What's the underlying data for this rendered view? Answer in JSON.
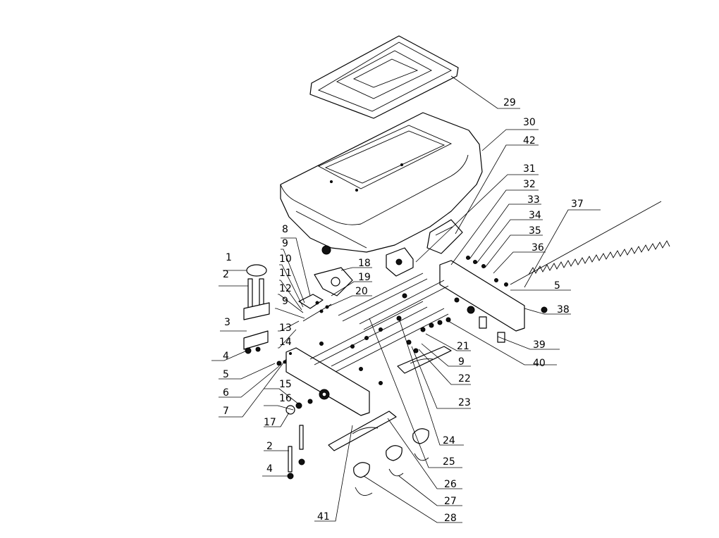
{
  "callouts": [
    {
      "id": "c1",
      "label": "1"
    },
    {
      "id": "c2a",
      "label": "2"
    },
    {
      "id": "c2b",
      "label": "2"
    },
    {
      "id": "c3",
      "label": "3"
    },
    {
      "id": "c4a",
      "label": "4"
    },
    {
      "id": "c4b",
      "label": "4"
    },
    {
      "id": "c5a",
      "label": "5"
    },
    {
      "id": "c5b",
      "label": "5"
    },
    {
      "id": "c6",
      "label": "6"
    },
    {
      "id": "c7",
      "label": "7"
    },
    {
      "id": "c8",
      "label": "8"
    },
    {
      "id": "c9a",
      "label": "9"
    },
    {
      "id": "c9b",
      "label": "9"
    },
    {
      "id": "c9c",
      "label": "9"
    },
    {
      "id": "c10",
      "label": "10"
    },
    {
      "id": "c11",
      "label": "11"
    },
    {
      "id": "c12",
      "label": "12"
    },
    {
      "id": "c13",
      "label": "13"
    },
    {
      "id": "c14",
      "label": "14"
    },
    {
      "id": "c15",
      "label": "15"
    },
    {
      "id": "c16",
      "label": "16"
    },
    {
      "id": "c17",
      "label": "17"
    },
    {
      "id": "c18",
      "label": "18"
    },
    {
      "id": "c19",
      "label": "19"
    },
    {
      "id": "c20",
      "label": "20"
    },
    {
      "id": "c21",
      "label": "21"
    },
    {
      "id": "c22",
      "label": "22"
    },
    {
      "id": "c23",
      "label": "23"
    },
    {
      "id": "c24",
      "label": "24"
    },
    {
      "id": "c25",
      "label": "25"
    },
    {
      "id": "c26",
      "label": "26"
    },
    {
      "id": "c27",
      "label": "27"
    },
    {
      "id": "c28",
      "label": "28"
    },
    {
      "id": "c29",
      "label": "29"
    },
    {
      "id": "c30",
      "label": "30"
    },
    {
      "id": "c31",
      "label": "31"
    },
    {
      "id": "c32",
      "label": "32"
    },
    {
      "id": "c33",
      "label": "33"
    },
    {
      "id": "c34",
      "label": "34"
    },
    {
      "id": "c35",
      "label": "35"
    },
    {
      "id": "c36",
      "label": "36"
    },
    {
      "id": "c37",
      "label": "37"
    },
    {
      "id": "c38",
      "label": "38"
    },
    {
      "id": "c39",
      "label": "39"
    },
    {
      "id": "c40",
      "label": "40"
    },
    {
      "id": "c41",
      "label": "41"
    },
    {
      "id": "c42",
      "label": "42"
    }
  ]
}
